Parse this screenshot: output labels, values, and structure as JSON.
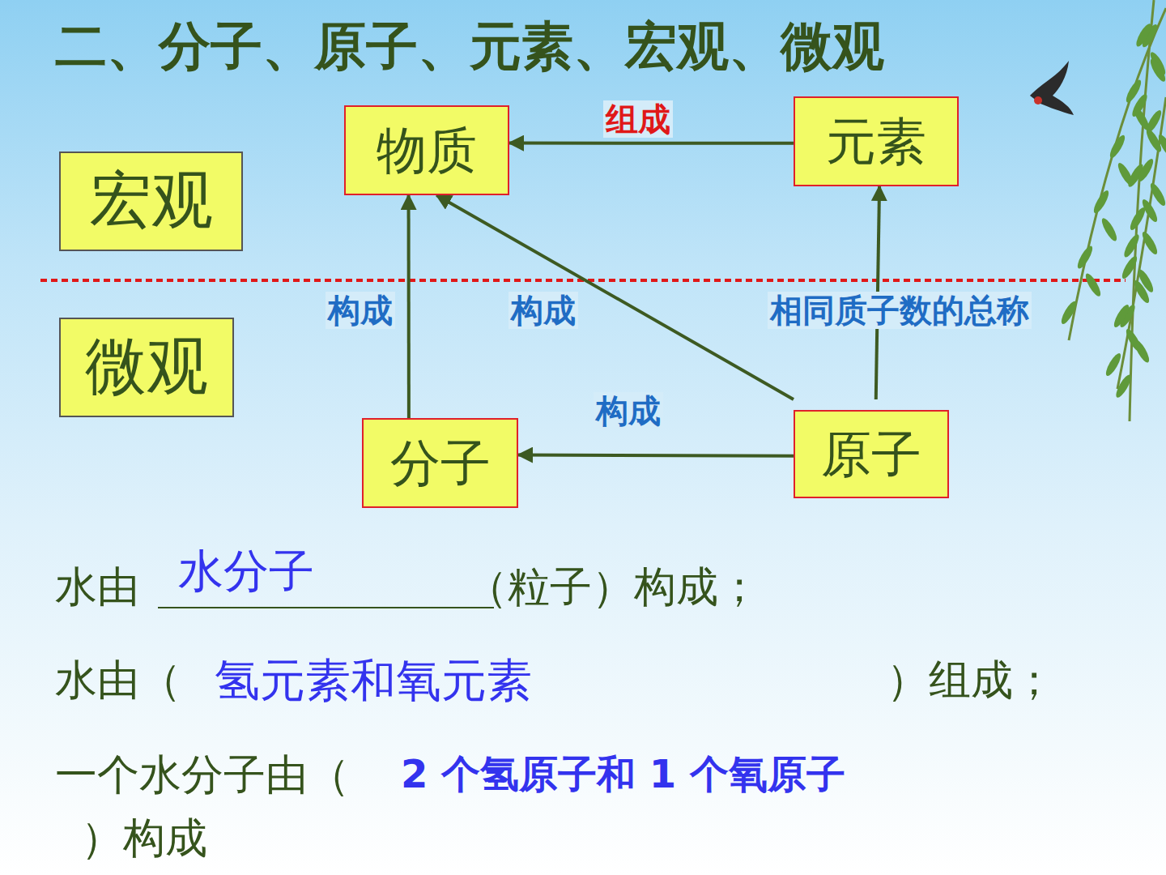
{
  "diagram": {
    "title": "二、分子、原子、元素、宏观、微观",
    "nodes": [
      {
        "text": [
          "物质"
        ]
      },
      {
        "text": [
          "元素"
        ]
      },
      {
        "text": [
          "宏观"
        ]
      },
      {
        "text": [
          "微观"
        ]
      },
      {
        "text": [
          "分子"
        ]
      },
      {
        "text": [
          "原子"
        ]
      }
    ],
    "edges": [
      {
        "from": 1,
        "to": 0,
        "label": "组成",
        "arrow": "to"
      },
      {
        "from": 4,
        "to": 0,
        "label": "构成",
        "arrow": "to"
      },
      {
        "from": 5,
        "to": 0,
        "label": "构成",
        "arrow": "to"
      },
      {
        "from": 5,
        "to": 1,
        "label": "相同质子数的总称",
        "arrow": "to"
      },
      {
        "from": 5,
        "to": 4,
        "label": "构成",
        "arrow": "to"
      }
    ],
    "labels": [
      "水由",
      "水分子",
      "（粒子）构成；",
      "水由（",
      "氢元素和氧元素",
      "）组成；",
      "一个水分子由（",
      "2 个氢原子和 1 个氧原子",
      "）构成"
    ]
  }
}
